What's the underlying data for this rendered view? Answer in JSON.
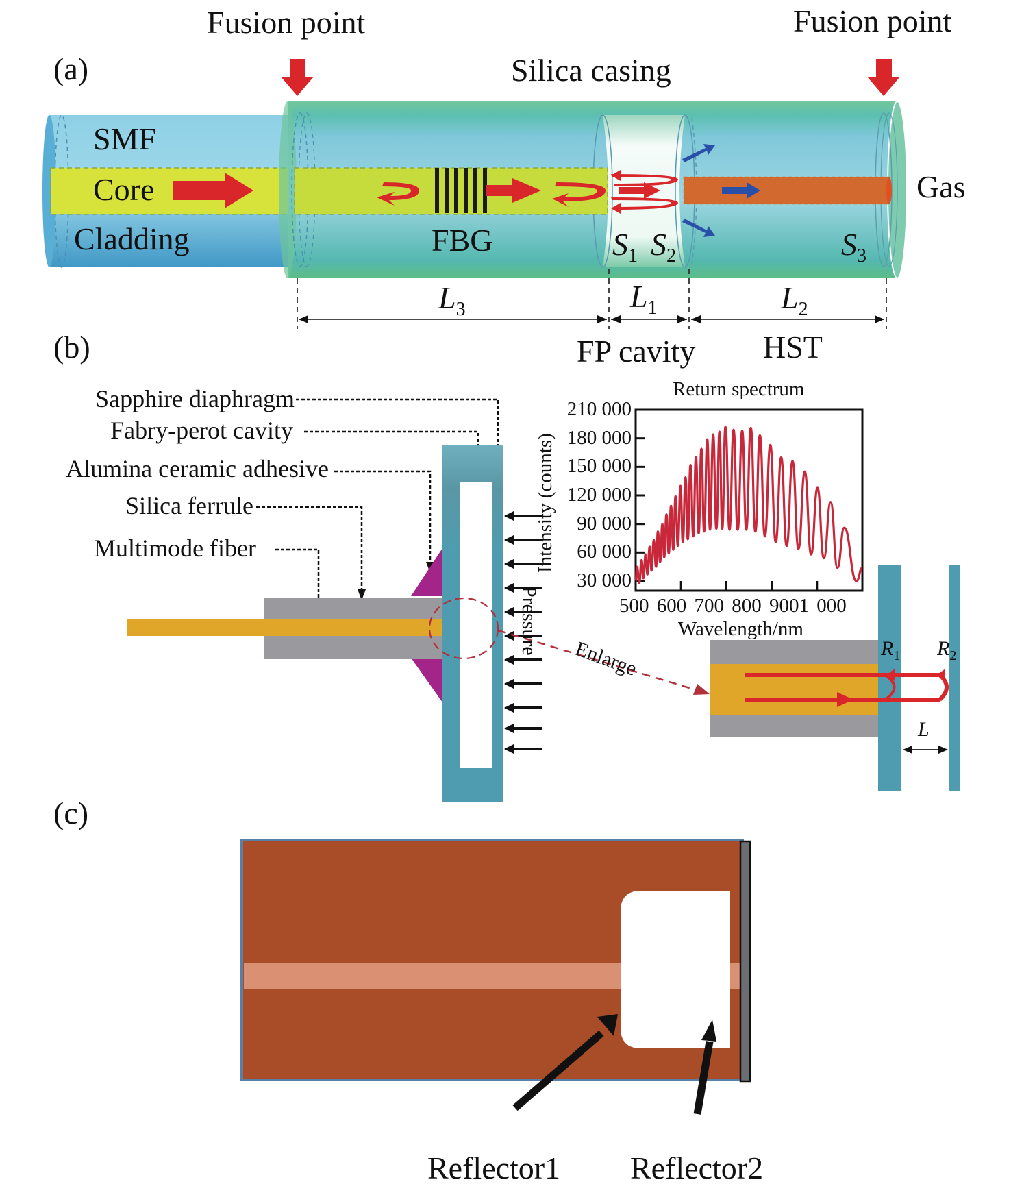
{
  "panel_a": {
    "label": "(a)",
    "fusion_point_left": "Fusion point",
    "fusion_point_right": "Fusion point",
    "silica_casing": "Silica casing",
    "smf": "SMF",
    "core": "Core",
    "cladding": "Cladding",
    "fbg": "FBG",
    "gas": "Gas",
    "surfaces": [
      {
        "base": "S",
        "sub": "1"
      },
      {
        "base": "S",
        "sub": "2"
      },
      {
        "base": "S",
        "sub": "3"
      }
    ],
    "lengths": [
      {
        "base": "L",
        "sub": "3"
      },
      {
        "base": "L",
        "sub": "1"
      },
      {
        "base": "L",
        "sub": "2"
      }
    ],
    "fp_cavity": "FP cavity",
    "hst": "HST",
    "colors": {
      "smf": "#5bb3d4",
      "casing": "#6cc49a",
      "core": "#d7e33a",
      "hst_tube": "#d2692e",
      "arrow_red": "#d9262a",
      "arrow_blue": "#2a4fa8"
    }
  },
  "panel_b": {
    "label": "(b)",
    "callouts": [
      "Sapphire diaphragm",
      "Fabry-perot cavity",
      "Alumina ceramic adhesive",
      "Silica ferrule",
      "Multimode fiber"
    ],
    "pressure": "Pressure",
    "enlarge": "Enlarge",
    "r1": {
      "base": "R",
      "sub": "1"
    },
    "r2": {
      "base": "R",
      "sub": "2"
    },
    "gap": "L",
    "colors": {
      "diaphragm": "#4f9cb0",
      "ferrule": "#9a9a9e",
      "fiber": "#e0a62a",
      "adhesive": "#a3258a",
      "light": "#d9262a",
      "enlarge": "#b2303a"
    }
  },
  "panel_c": {
    "label": "(c)",
    "reflector1": "Reflector1",
    "reflector2": "Reflector2",
    "colors": {
      "body": "#a84d28",
      "core": "#da9072",
      "cap": "#6d6e73"
    }
  },
  "chart_data": {
    "type": "line",
    "title": "Return spectrum",
    "xlabel": "Wavelength/nm",
    "ylabel": "Intensity (counts)",
    "xlim": [
      500,
      1000
    ],
    "ylim": [
      20000,
      210000
    ],
    "x_ticks": [
      "500",
      "600",
      "700",
      "800",
      "900",
      "1 000"
    ],
    "x_tick_values": [
      500,
      600,
      700,
      800,
      900,
      1000
    ],
    "x_tick_text_rendered": "500 600 700 800 9001 000",
    "y_ticks": [
      "210 000",
      "180 000",
      "150 000",
      "120 000",
      "90 000",
      "60 000",
      "30 000"
    ],
    "y_tick_values": [
      210000,
      180000,
      150000,
      120000,
      90000,
      60000,
      30000
    ],
    "grid": false,
    "legend": "none",
    "line_color": "#c8283a",
    "series": [
      {
        "name": "Return spectrum",
        "fringe_peaks": [
          [
            503,
            45000
          ],
          [
            513,
            52000
          ],
          [
            522,
            58000
          ],
          [
            531,
            66000
          ],
          [
            540,
            73000
          ],
          [
            549,
            82000
          ],
          [
            559,
            90000
          ],
          [
            568,
            100000
          ],
          [
            578,
            109000
          ],
          [
            588,
            119000
          ],
          [
            599,
            130000
          ],
          [
            610,
            139000
          ],
          [
            621,
            152000
          ],
          [
            633,
            160000
          ],
          [
            645,
            169000
          ],
          [
            658,
            179000
          ],
          [
            671,
            184000
          ],
          [
            685,
            187000
          ],
          [
            698,
            192000
          ],
          [
            716,
            189000
          ],
          [
            735,
            188000
          ],
          [
            754,
            191000
          ],
          [
            774,
            183000
          ],
          [
            797,
            173000
          ],
          [
            821,
            160000
          ],
          [
            846,
            156000
          ],
          [
            873,
            145000
          ],
          [
            901,
            128000
          ],
          [
            930,
            113000
          ],
          [
            960,
            86000
          ]
        ],
        "fringe_valleys": [
          [
            508,
            28000
          ],
          [
            517,
            33000
          ],
          [
            526,
            37000
          ],
          [
            535,
            41000
          ],
          [
            545,
            45000
          ],
          [
            554,
            50000
          ],
          [
            563,
            55000
          ],
          [
            573,
            59000
          ],
          [
            583,
            63000
          ],
          [
            593,
            67000
          ],
          [
            604,
            71000
          ],
          [
            615,
            74000
          ],
          [
            627,
            77000
          ],
          [
            639,
            80000
          ],
          [
            651,
            82000
          ],
          [
            664,
            84000
          ],
          [
            678,
            85000
          ],
          [
            691,
            85000
          ],
          [
            707,
            84000
          ],
          [
            725,
            84000
          ],
          [
            744,
            84000
          ],
          [
            764,
            82000
          ],
          [
            785,
            77000
          ],
          [
            809,
            71000
          ],
          [
            833,
            67000
          ],
          [
            859,
            64000
          ],
          [
            887,
            58000
          ],
          [
            915,
            54000
          ],
          [
            945,
            44000
          ],
          [
            987,
            30000
          ]
        ],
        "end_point": [
          1000,
          44000
        ]
      }
    ]
  }
}
